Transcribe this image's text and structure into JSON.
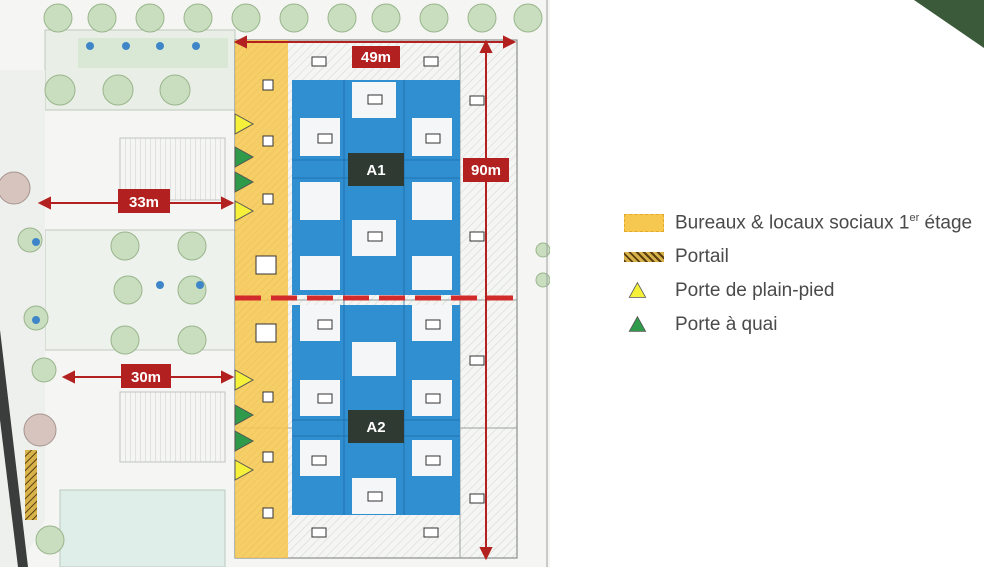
{
  "site_plan": {
    "dimensions": {
      "width_top": "49m",
      "height_right": "90m",
      "distance_upper": "33m",
      "distance_lower": "30m"
    },
    "cells": [
      {
        "label": "A1"
      },
      {
        "label": "A2"
      }
    ]
  },
  "legend": {
    "items": [
      {
        "label": "Bureaux & locaux sociaux 1",
        "sup": "er",
        "suffix": " étage",
        "color": "#f6c850"
      },
      {
        "label": "Portail",
        "color": "#7a5a18"
      },
      {
        "label": "Porte de plain-pied",
        "color": "#f5f13a"
      },
      {
        "label": "Porte à quai",
        "color": "#2f9a4a"
      }
    ]
  },
  "colors": {
    "accent_red": "#b32020",
    "storage_blue": "#2f8fd1",
    "cell_label_bg": "#2f3a33",
    "office_yellow": "#f6c850",
    "corner_green": "#3a5a3a"
  }
}
